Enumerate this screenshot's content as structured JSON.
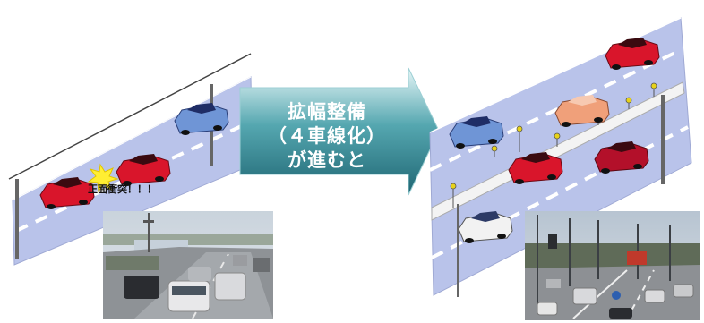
{
  "arrow": {
    "line1": "拡幅整備",
    "line2": "（４車線化）",
    "line3": "が進むと"
  },
  "left_scene": {
    "collision_label": "正面衝突！！！"
  },
  "colors": {
    "road": "#b9c3ea",
    "red_car": "#d9152b",
    "blue_car": "#6f95d6",
    "salmon_car": "#f0a07a",
    "white_car": "#f2f2f2",
    "arrow_dark": "#1f6f7d",
    "arrow_light": "#d8f1f3"
  },
  "photos": [
    {
      "description_icon": "road-photo-before"
    },
    {
      "description_icon": "road-photo-after"
    }
  ]
}
